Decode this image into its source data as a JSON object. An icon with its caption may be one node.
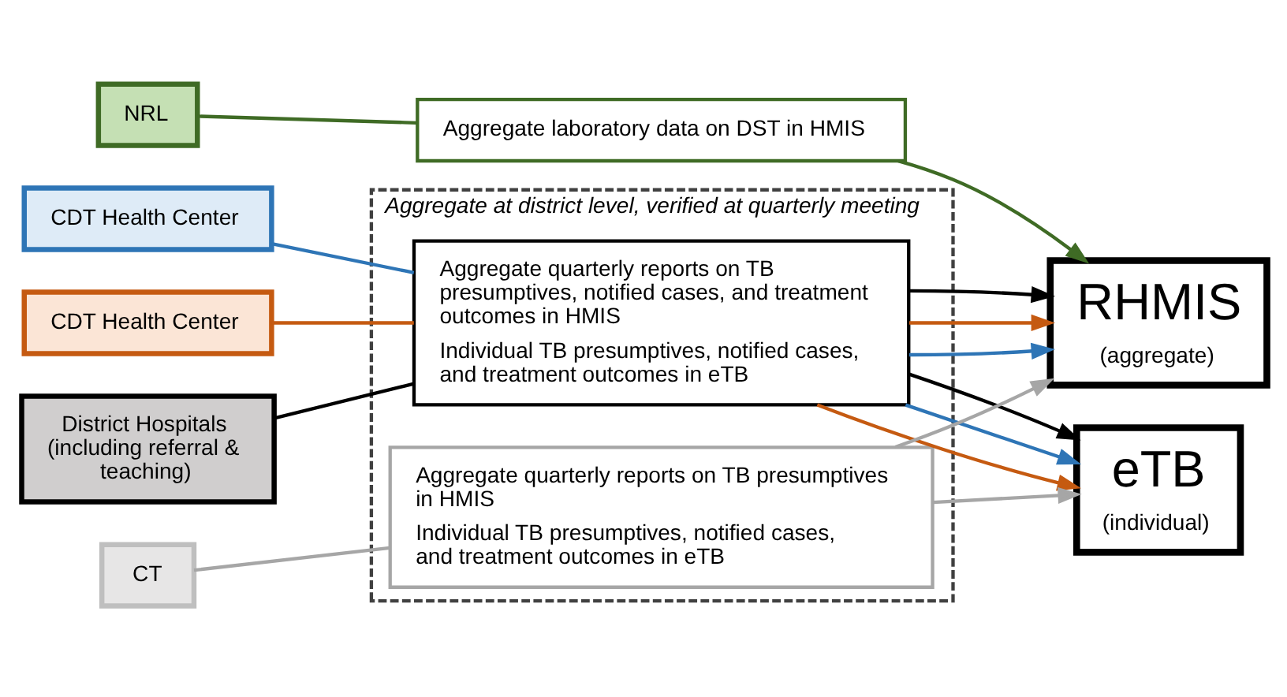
{
  "diagram": {
    "nodes": [
      {
        "text": [
          "NRL"
        ]
      },
      {
        "text": [
          "Aggregate laboratory data on DST in HMIS"
        ]
      },
      {
        "text": [
          "CDT Health Center"
        ]
      },
      {
        "text": [
          "CDT Health Center"
        ]
      },
      {
        "text": [
          "District Hospitals (including referral & teaching)"
        ]
      },
      {
        "text": [
          "CT"
        ]
      },
      {
        "text": [
          "Aggregate at district level, verified at quarterly meeting"
        ]
      },
      {
        "text": [
          "Aggregate quarterly reports on TB presumptives, notified cases, and treatment outcomes in HMIS",
          "Individual TB presumptives, notified cases, and treatment outcomes in eTB"
        ],
        "in": 6
      },
      {
        "text": [
          "Aggregate quarterly reports on TB presumptives in HMIS",
          "Individual TB presumptives, notified cases, and treatment outcomes in eTB"
        ],
        "in": 6
      },
      {
        "text": [
          "RHMIS",
          "(aggregate)"
        ]
      },
      {
        "text": [
          "eTB",
          "(individual)"
        ]
      }
    ],
    "edges": [
      {
        "from": 0,
        "to": 1,
        "arrow": "none",
        "color": "#3f6b25"
      },
      {
        "from": 1,
        "to": 9,
        "arrow": "to",
        "color": "#3f6b25"
      },
      {
        "from": 2,
        "to": 7,
        "arrow": "none",
        "color": "#2e75b6"
      },
      {
        "from": 3,
        "to": 7,
        "arrow": "none",
        "color": "#c55a11"
      },
      {
        "from": 4,
        "to": 7,
        "arrow": "none",
        "color": "#000000"
      },
      {
        "from": 5,
        "to": 8,
        "arrow": "none",
        "color": "#a6a6a6"
      },
      {
        "from": 7,
        "to": 9,
        "arrow": "to",
        "color": "#2e75b6"
      },
      {
        "from": 7,
        "to": 9,
        "arrow": "to",
        "color": "#c55a11"
      },
      {
        "from": 7,
        "to": 9,
        "arrow": "to",
        "color": "#000000"
      },
      {
        "from": 7,
        "to": 10,
        "arrow": "to",
        "color": "#c55a11"
      },
      {
        "from": 7,
        "to": 10,
        "arrow": "to",
        "color": "#2e75b6"
      },
      {
        "from": 7,
        "to": 10,
        "arrow": "to",
        "color": "#000000"
      },
      {
        "from": 8,
        "to": 9,
        "arrow": "to",
        "color": "#a6a6a6"
      },
      {
        "from": 8,
        "to": 10,
        "arrow": "to",
        "color": "#a6a6a6"
      }
    ]
  }
}
